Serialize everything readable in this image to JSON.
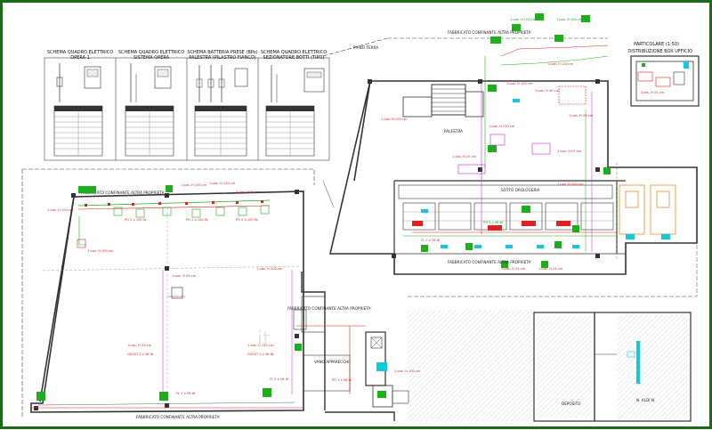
{
  "colors": {
    "border": "#1a6a1a",
    "wall": "#3a3a3a",
    "circuit_red": "#e02020",
    "circuit_green": "#19b019",
    "circuit_magenta": "#d020d0",
    "accent_cyan": "#10c8e0",
    "orange": "#f08a20"
  },
  "schemes": [
    {
      "title1": "SCHEMA QUADRO ELETTRICO",
      "title2": "OPERA 1"
    },
    {
      "title1": "SCHEMA QUADRO ELETTRICO",
      "title2": "SISTEMA OPERA"
    },
    {
      "title1": "SCHEMA BATTERIA PRESE (BPo)",
      "title2": "PALESTRA (PILASTRO FIANCO)"
    },
    {
      "title1": "SCHEMA QUADRO ELETTRICO",
      "title2": "SEZIONATORE BOTTI (TIPO)"
    }
  ],
  "labels": {
    "piano_terra": "PIANO TERRA",
    "particolare": "PARTICOLARE (1:50)",
    "distribuzione": "DISTRIBUZIONE BOX UFFICIO",
    "confinante_top": "FABBRICATO CONFINANTE ALTRA PROPRIETA'",
    "confinante_left": "FABBRICATO CONFINANTE ALTRA PROPRIETA'",
    "confinante_mid": "FABBRICATO CONFINANTE ALTRA PROPRIETA'",
    "confinante_bottom_left": "FABBRICATO CONFINANTE ALTRA PROPRIETA'",
    "confinante_bottom_mid": "FABBRICATO CONFINANTE ALTRA PROPRIETA'",
    "watermark": "it"
  }
}
